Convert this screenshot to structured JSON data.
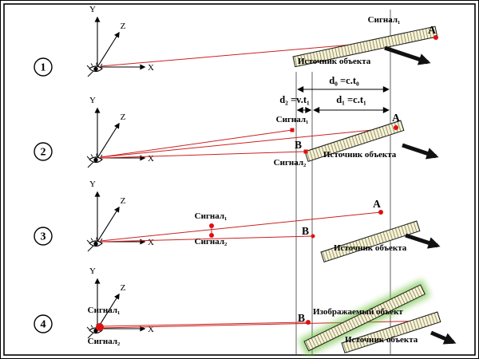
{
  "axes": {
    "x_label": "X",
    "y_label": "Y",
    "z_label": "Z"
  },
  "dimensions": {
    "d0_label": "d₀ =c.t₀",
    "d2_label": "d₂ =v.t₁",
    "d1_label": "d₁ =c.t₁"
  },
  "steps": [
    {
      "number": "1",
      "signal1": "Сигнал₁",
      "point_a": "A",
      "source_label": "Источник объекта"
    },
    {
      "number": "2",
      "signal1": "Сигнал₁",
      "signal2": "Сигнал₂",
      "point_a": "A",
      "point_b": "B",
      "source_label": "Источник объекта"
    },
    {
      "number": "3",
      "signal1": "Сигнал₁",
      "signal2": "Сигнал₂",
      "point_a": "A",
      "point_b": "B",
      "source_label": "Источник объекта"
    },
    {
      "number": "4",
      "signal1": "Сигнал₁",
      "signal2": "Сигнал₂",
      "point_b": "B",
      "imaged_label": "Изображаемый объект",
      "source_label": "Источник объекта"
    }
  ],
  "colors": {
    "ray_red": "#cc2020",
    "ruler_fill": "#f7f3d4",
    "glow_green": "#6abf3a",
    "ink": "#000000"
  }
}
